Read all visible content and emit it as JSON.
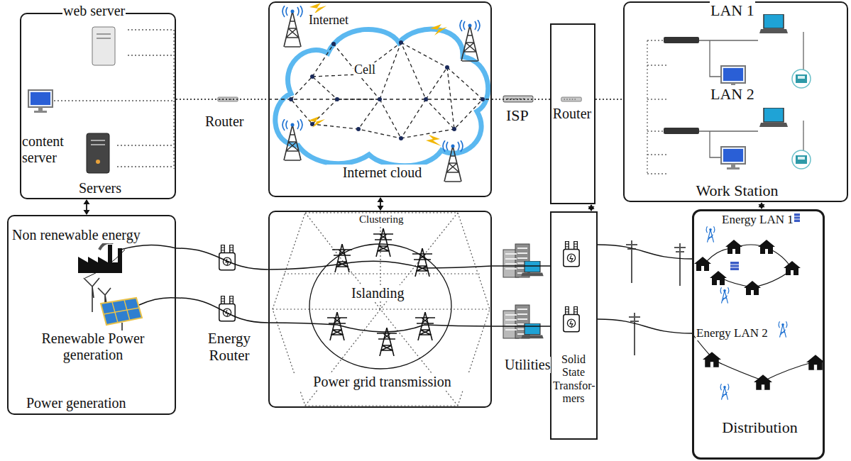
{
  "diagram": {
    "nodes": [
      {
        "text": [
          "Servers"
        ]
      },
      {
        "text": [
          "Internet cloud"
        ]
      },
      {
        "text": [
          "Router"
        ]
      },
      {
        "text": [
          "Work Station"
        ]
      },
      {
        "text": [
          "Power generation"
        ]
      },
      {
        "text": [
          "Power grid transmission"
        ]
      },
      {
        "text": [
          "Solid State Transfor- mers"
        ]
      },
      {
        "text": [
          "Distribution"
        ]
      }
    ],
    "edges": [
      {
        "from": 0,
        "to": 1,
        "arrow": "none"
      },
      {
        "from": 1,
        "to": 2,
        "arrow": "none"
      },
      {
        "from": 2,
        "to": 3,
        "arrow": "none"
      },
      {
        "from": 0,
        "to": 4,
        "arrow": "both"
      },
      {
        "from": 1,
        "to": 5,
        "arrow": "both"
      },
      {
        "from": 2,
        "to": 6,
        "arrow": "both"
      },
      {
        "from": 3,
        "to": 7,
        "arrow": "both"
      },
      {
        "from": 4,
        "to": 5,
        "arrow": "none"
      },
      {
        "from": 4,
        "to": 5,
        "arrow": "none"
      },
      {
        "from": 5,
        "to": 6,
        "arrow": "none"
      },
      {
        "from": 5,
        "to": 6,
        "arrow": "none"
      },
      {
        "from": 6,
        "to": 7,
        "arrow": "none"
      },
      {
        "from": 6,
        "to": 7,
        "arrow": "none"
      }
    ],
    "labels": [
      "web server",
      "content server",
      "Router",
      "Internet",
      "Cell",
      "ISP",
      "LAN 1",
      "LAN 2",
      "Non renewable energy",
      "Renewable Power generation",
      "Energy Router",
      "Clustering",
      "Islanding",
      "Utilities",
      "Energy LAN 1",
      "Energy LAN 2"
    ]
  }
}
